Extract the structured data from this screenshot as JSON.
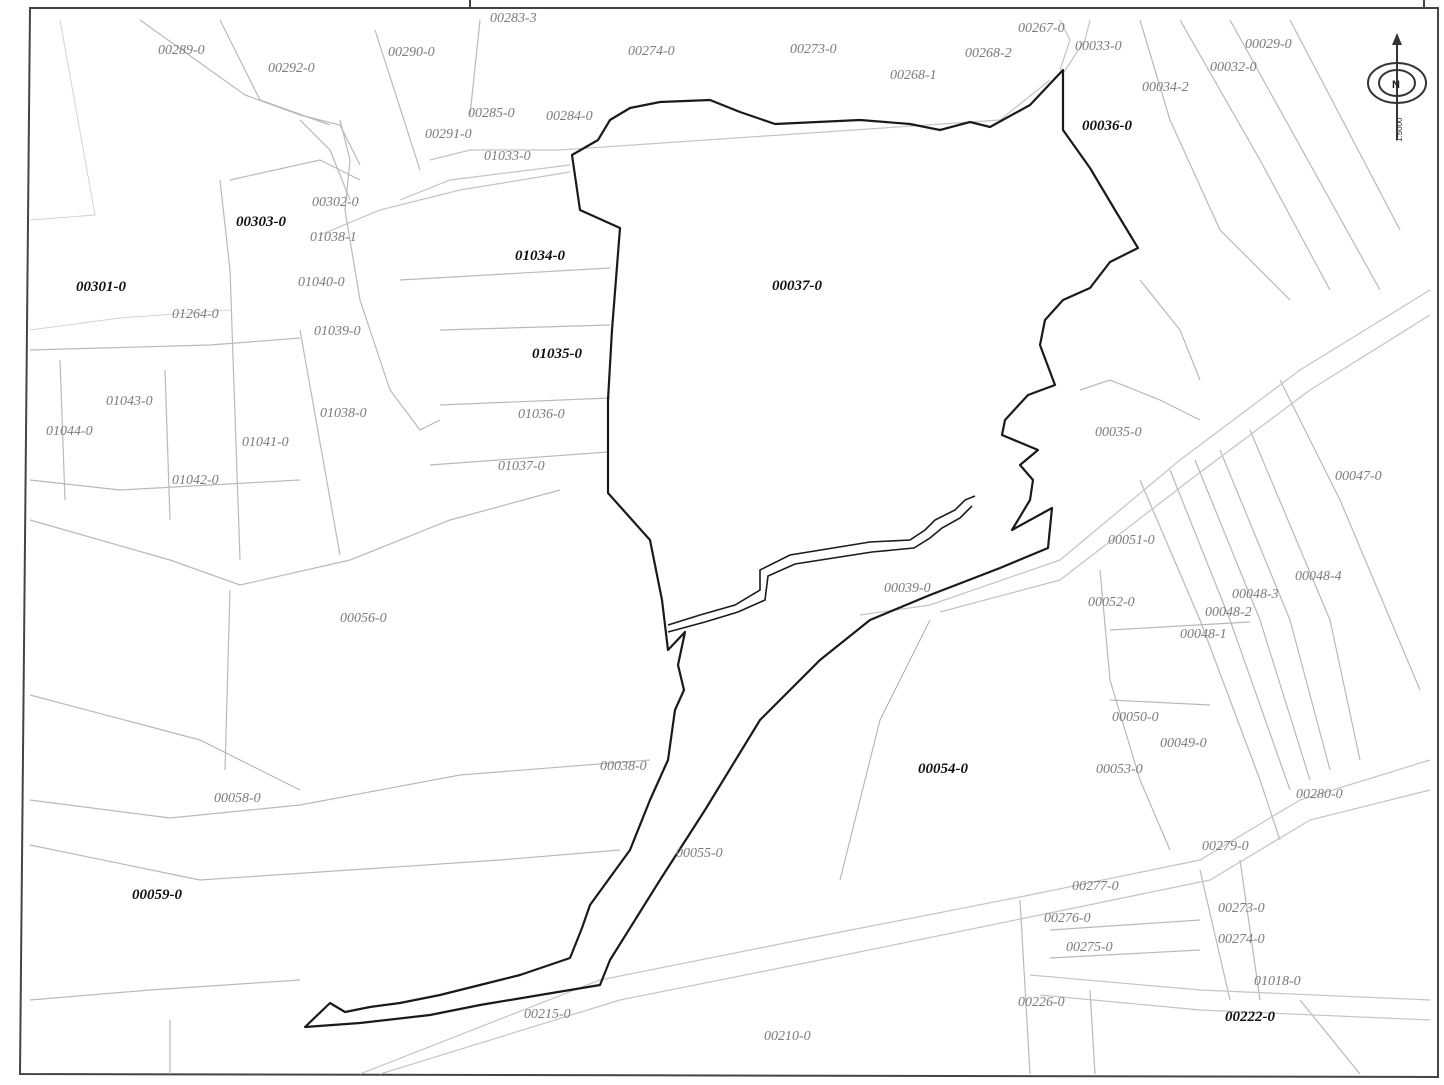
{
  "map": {
    "compass": {
      "north_label": "N",
      "scale_label": "1:5000"
    },
    "parcels": [
      {
        "id": "00283-3",
        "bold": false
      },
      {
        "id": "00289-0",
        "bold": false
      },
      {
        "id": "00292-0",
        "bold": false
      },
      {
        "id": "00290-0",
        "bold": false
      },
      {
        "id": "00274-0",
        "bold": false
      },
      {
        "id": "00273-0",
        "bold": false
      },
      {
        "id": "00267-0",
        "bold": false
      },
      {
        "id": "00268-2",
        "bold": false
      },
      {
        "id": "00268-1",
        "bold": false
      },
      {
        "id": "00033-0",
        "bold": false
      },
      {
        "id": "00029-0",
        "bold": false
      },
      {
        "id": "00032-0",
        "bold": false
      },
      {
        "id": "00034-2",
        "bold": false
      },
      {
        "id": "00036-0",
        "bold": true
      },
      {
        "id": "00285-0",
        "bold": false
      },
      {
        "id": "00284-0",
        "bold": false
      },
      {
        "id": "00291-0",
        "bold": false
      },
      {
        "id": "01033-0",
        "bold": false
      },
      {
        "id": "00302-0",
        "bold": false
      },
      {
        "id": "00303-0",
        "bold": true
      },
      {
        "id": "01038-1",
        "bold": false
      },
      {
        "id": "01034-0",
        "bold": true
      },
      {
        "id": "00037-0",
        "bold": true
      },
      {
        "id": "00301-0",
        "bold": true
      },
      {
        "id": "01040-0",
        "bold": false
      },
      {
        "id": "01264-0",
        "bold": false
      },
      {
        "id": "01039-0",
        "bold": false
      },
      {
        "id": "01035-0",
        "bold": true
      },
      {
        "id": "01043-0",
        "bold": false
      },
      {
        "id": "01038-0",
        "bold": false
      },
      {
        "id": "01036-0",
        "bold": false
      },
      {
        "id": "00035-0",
        "bold": false
      },
      {
        "id": "01044-0",
        "bold": false
      },
      {
        "id": "01041-0",
        "bold": false
      },
      {
        "id": "01037-0",
        "bold": false
      },
      {
        "id": "00047-0",
        "bold": false
      },
      {
        "id": "01042-0",
        "bold": false
      },
      {
        "id": "00051-0",
        "bold": false
      },
      {
        "id": "00048-4",
        "bold": false
      },
      {
        "id": "00039-0",
        "bold": false
      },
      {
        "id": "00048-3",
        "bold": false
      },
      {
        "id": "00052-0",
        "bold": false
      },
      {
        "id": "00048-2",
        "bold": false
      },
      {
        "id": "00056-0",
        "bold": false
      },
      {
        "id": "00048-1",
        "bold": false
      },
      {
        "id": "00050-0",
        "bold": false
      },
      {
        "id": "00049-0",
        "bold": false
      },
      {
        "id": "00038-0",
        "bold": false
      },
      {
        "id": "00054-0",
        "bold": true
      },
      {
        "id": "00053-0",
        "bold": false
      },
      {
        "id": "00058-0",
        "bold": false
      },
      {
        "id": "00280-0",
        "bold": false
      },
      {
        "id": "00055-0",
        "bold": false
      },
      {
        "id": "00279-0",
        "bold": false
      },
      {
        "id": "00059-0",
        "bold": true
      },
      {
        "id": "00277-0",
        "bold": false
      },
      {
        "id": "00276-0",
        "bold": false
      },
      {
        "id": "00273-0",
        "bold": false
      },
      {
        "id": "00275-0",
        "bold": false
      },
      {
        "id": "00274-0",
        "bold": false
      },
      {
        "id": "01018-0",
        "bold": false
      },
      {
        "id": "00226-0",
        "bold": false
      },
      {
        "id": "00215-0",
        "bold": false
      },
      {
        "id": "00222-0",
        "bold": true
      },
      {
        "id": "00210-0",
        "bold": false
      }
    ]
  }
}
